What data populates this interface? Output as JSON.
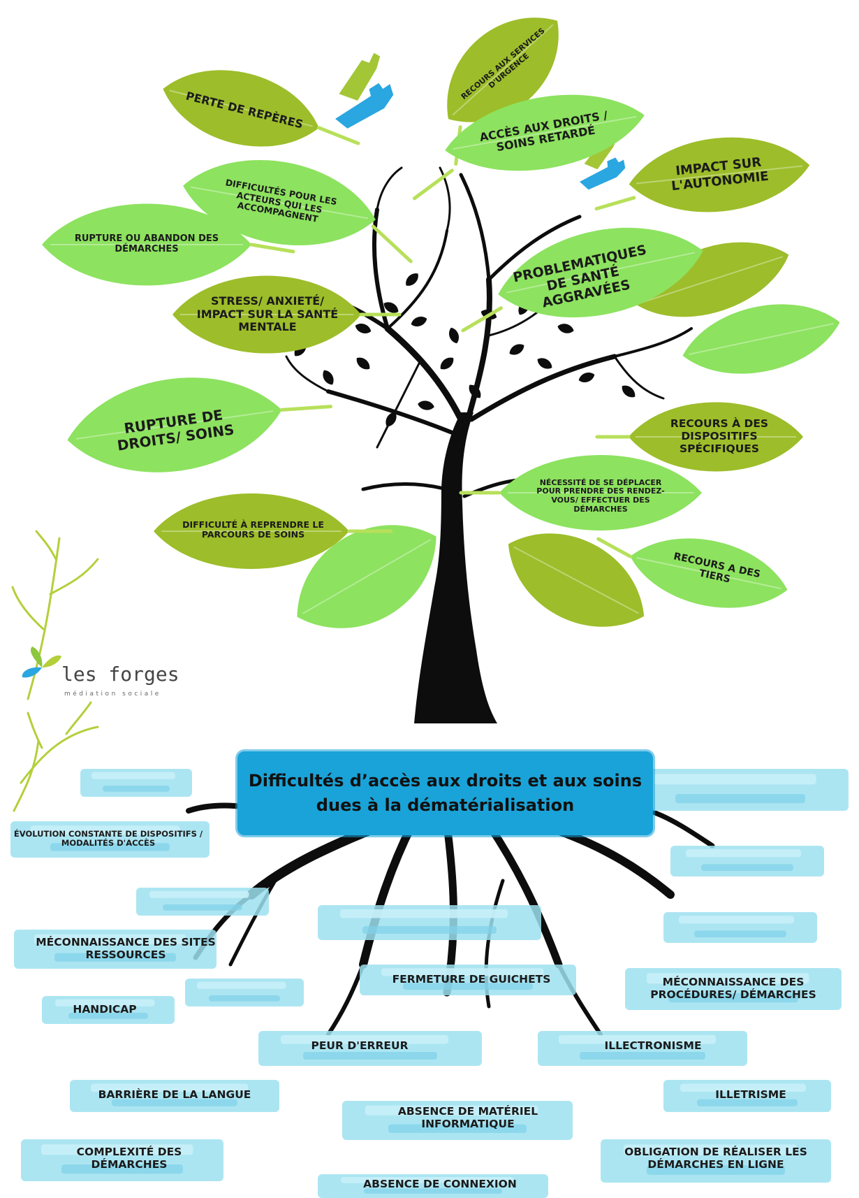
{
  "title_line1": "Difficultés d’accès aux droits et aux soins",
  "title_line2": "dues à la dématérialisation",
  "logo": {
    "name": "les forges",
    "tagline": "médiation sociale"
  },
  "colors": {
    "leaf_dark": "#9dbd2a",
    "leaf_light": "#8de25f",
    "brush_blue": "#1aa3d8",
    "root_wash": "#9ee1f0",
    "trunk": "#0d0d0d",
    "hand_blue": "#2aa6e0",
    "hand_green": "#a3c636"
  },
  "consequences": [
    "PERTE DE REPÈRES",
    "RECOURS AUX SERVICES D'URGENCE",
    "ACCÈS AUX DROITS / SOINS RETARDÉ",
    "IMPACT SUR L'AUTONOMIE",
    "DIFFICULTÉS POUR LES ACTEURS QUI LES ACCOMPAGNENT",
    "RUPTURE OU ABANDON DES DÉMARCHES",
    "PROBLEMATIQUES DE SANTÉ AGGRAVÉES",
    "STRESS/ ANXIETÉ/ IMPACT SUR LA SANTÉ MENTALE",
    "RUPTURE DE DROITS/ SOINS",
    "RECOURS À DES DISPOSITIFS SPÉCIFIQUES",
    "NÉCESSITÉ DE SE DÉPLACER POUR PRENDRE DES RENDEZ-VOUS/ EFFECTUER DES DÉMARCHES",
    "DIFFICULTÉ À REPRENDRE LE PARCOURS DE SOINS",
    "RECOURS A DES TIERS"
  ],
  "causes": [
    "ÉVOLUTION CONSTANTE DE DISPOSITIFS / MODALITÉS D'ACCÈS",
    "MÉCONNAISSANCE DES SITES RESSOURCES",
    "HANDICAP",
    "FERMETURE DE GUICHETS",
    "MÉCONNAISSANCE DES PROCÉDURES/ DÉMARCHES",
    "PEUR D'ERREUR",
    "ILLECTRONISME",
    "BARRIÈRE DE LA LANGUE",
    "ILLETRISME",
    "ABSENCE DE MATÉRIEL INFORMATIQUE",
    "COMPLEXITÉ DES DÉMARCHES",
    "OBLIGATION DE RÉALISER LES DÉMARCHES EN LIGNE",
    "ABSENCE DE CONNEXION"
  ]
}
